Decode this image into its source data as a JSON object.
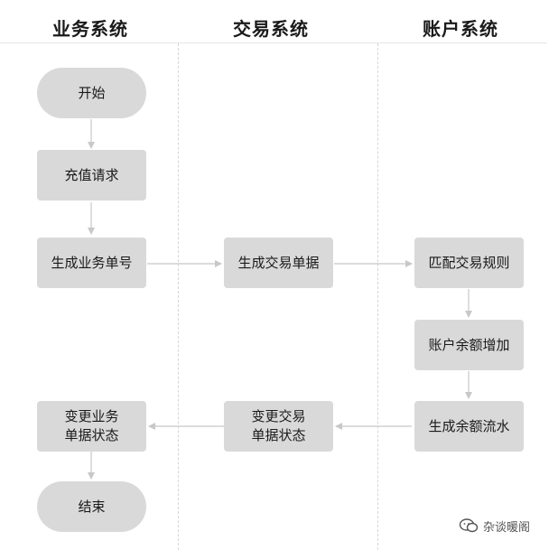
{
  "lanes": [
    {
      "title": "业务系统"
    },
    {
      "title": "交易系统"
    },
    {
      "title": "账户系统"
    }
  ],
  "nodes": {
    "start": "开始",
    "recharge_request": "充值请求",
    "gen_business_no": "生成业务单号",
    "gen_trade_doc": "生成交易单据",
    "match_trade_rule": "匹配交易规则",
    "balance_increase": "账户余额增加",
    "gen_balance_flow": "生成余额流水",
    "change_trade_status": "变更交易\n单据状态",
    "change_business_status": "变更业务\n单据状态",
    "end": "结束"
  },
  "colors": {
    "node_fill": "#d9d9d9",
    "connector": "#c8c8c8",
    "divider": "#d6d6d6"
  },
  "watermark": {
    "text": "杂谈暖阁",
    "icon": "wechat-icon"
  }
}
